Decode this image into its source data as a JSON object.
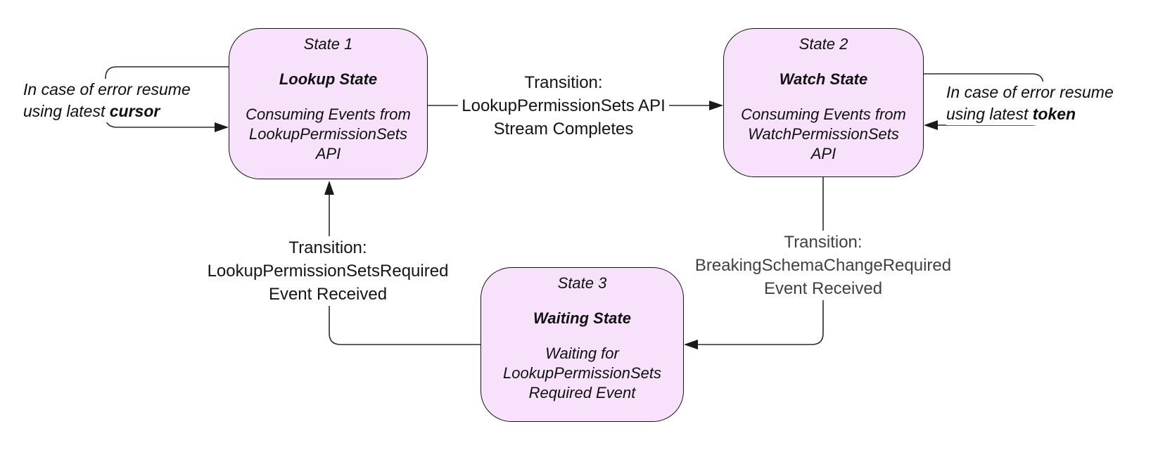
{
  "diagram": {
    "states": [
      {
        "id": "state1",
        "title": "State 1",
        "name": "Lookup State",
        "description": "Consuming Events from\nLookupPermissionSets\nAPI"
      },
      {
        "id": "state2",
        "title": "State 2",
        "name": "Watch State",
        "description": "Consuming Events from\nWatchPermissionSets\nAPI"
      },
      {
        "id": "state3",
        "title": "State 3",
        "name": "Waiting State",
        "description": "Waiting for\nLookupPermissionSets\nRequired Event"
      }
    ],
    "transitions": [
      {
        "from": "state1",
        "to": "state2",
        "label_line1": "Transition:",
        "label_line2": "LookupPermissionSets API",
        "label_line3": "Stream Completes"
      },
      {
        "from": "state2",
        "to": "state3",
        "label_line1": "Transition:",
        "label_line2": "BreakingSchemaChangeRequired",
        "label_line3": "Event Received"
      },
      {
        "from": "state3",
        "to": "state1",
        "label_line1": "Transition:",
        "label_line2": "LookupPermissionSetsRequired",
        "label_line3": "Event Received"
      }
    ],
    "error_loops": [
      {
        "state": "state1",
        "line1": "In case of error resume",
        "line2_prefix": "using latest ",
        "line2_bold": "cursor"
      },
      {
        "state": "state2",
        "line1": "In case of error resume",
        "line2_prefix": "using latest ",
        "line2_bold": "token"
      }
    ],
    "colors": {
      "state_fill": "#F7E1FB",
      "state_border": "#141414",
      "connector_line": "#2B2B2B",
      "label_text": "#141414",
      "label_text_muted": "#3F3F46",
      "background": "#FFFFFF"
    }
  }
}
